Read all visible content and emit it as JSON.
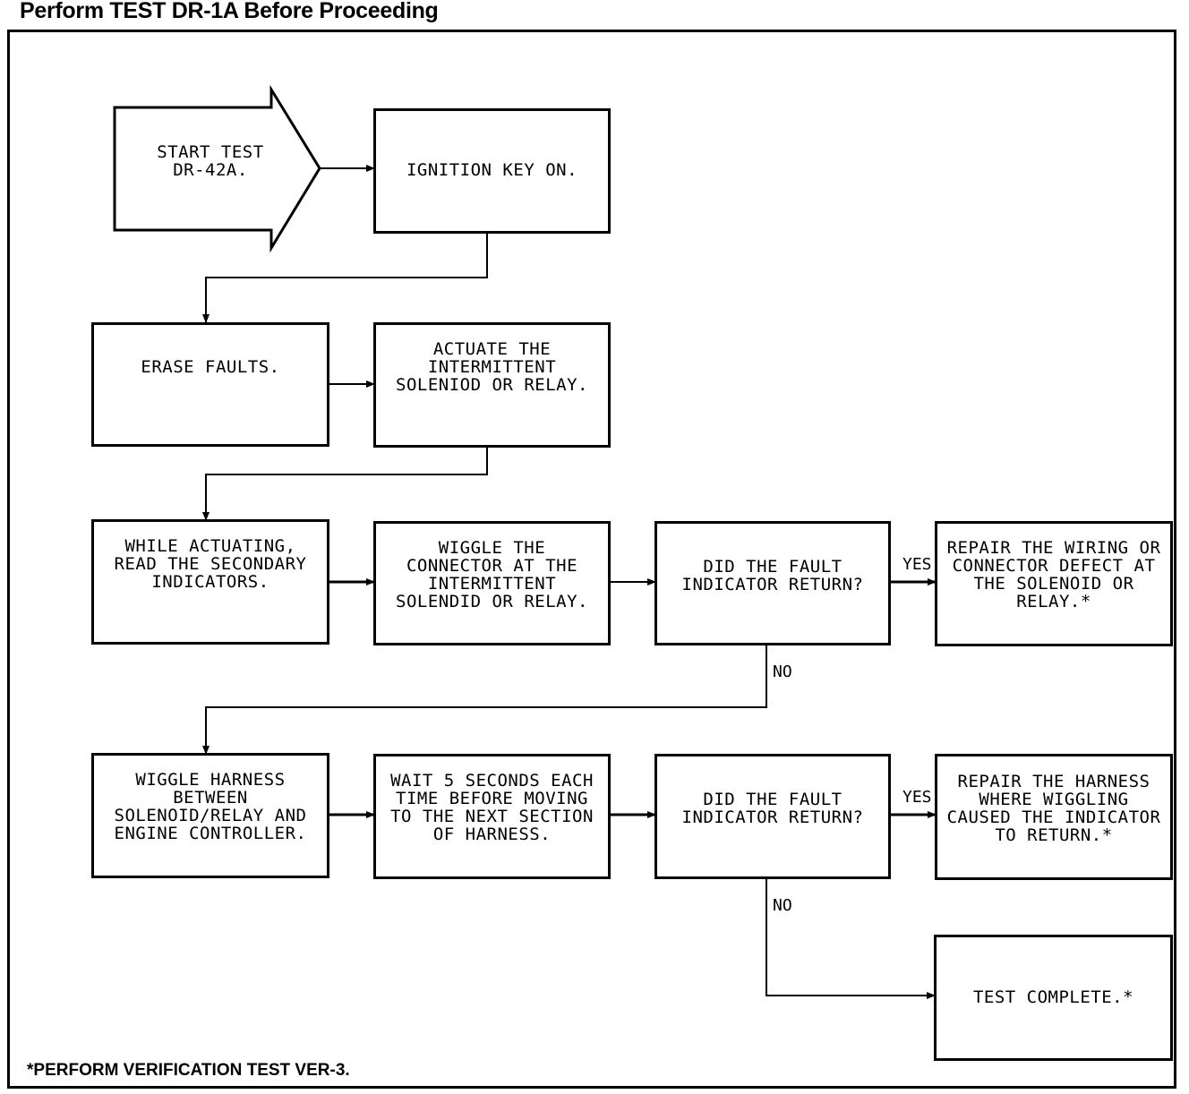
{
  "header": {
    "title": "Perform TEST DR-1A Before Proceeding"
  },
  "start": {
    "text": "START TEST\nDR-42A."
  },
  "steps": {
    "ignition": "IGNITION KEY ON.",
    "erase_faults": "ERASE FAULTS.",
    "actuate": "ACTUATE THE\nINTERMITTENT\nSOLENIOD OR RELAY.",
    "read_secondary": "WHILE ACTUATING,\nREAD THE SECONDARY\nINDICATORS.",
    "wiggle_connector": "WIGGLE THE\nCONNECTOR AT THE\nINTERMITTENT\nSOLENDID OR RELAY.",
    "decision1": "DID THE FAULT\nINDICATOR RETURN?",
    "repair_wiring": "REPAIR THE WIRING OR\nCONNECTOR DEFECT AT\nTHE SOLENOID OR\nRELAY.*",
    "wiggle_harness": "WIGGLE HARNESS\nBETWEEN\nSOLENOID/RELAY AND\nENGINE CONTROLLER.",
    "wait": "WAIT 5 SECONDS EACH\nTIME BEFORE MOVING\nTO THE NEXT SECTION\nOF HARNESS.",
    "decision2": "DID THE FAULT\nINDICATOR RETURN?",
    "repair_harness": "REPAIR THE HARNESS\nWHERE WIGGLING\nCAUSED THE INDICATOR\nTO RETURN.*",
    "complete": "TEST COMPLETE.*"
  },
  "labels": {
    "yes1": "YES",
    "no1": "NO",
    "yes2": "YES",
    "no2": "NO"
  },
  "footnote": "*PERFORM VERIFICATION TEST VER-3."
}
